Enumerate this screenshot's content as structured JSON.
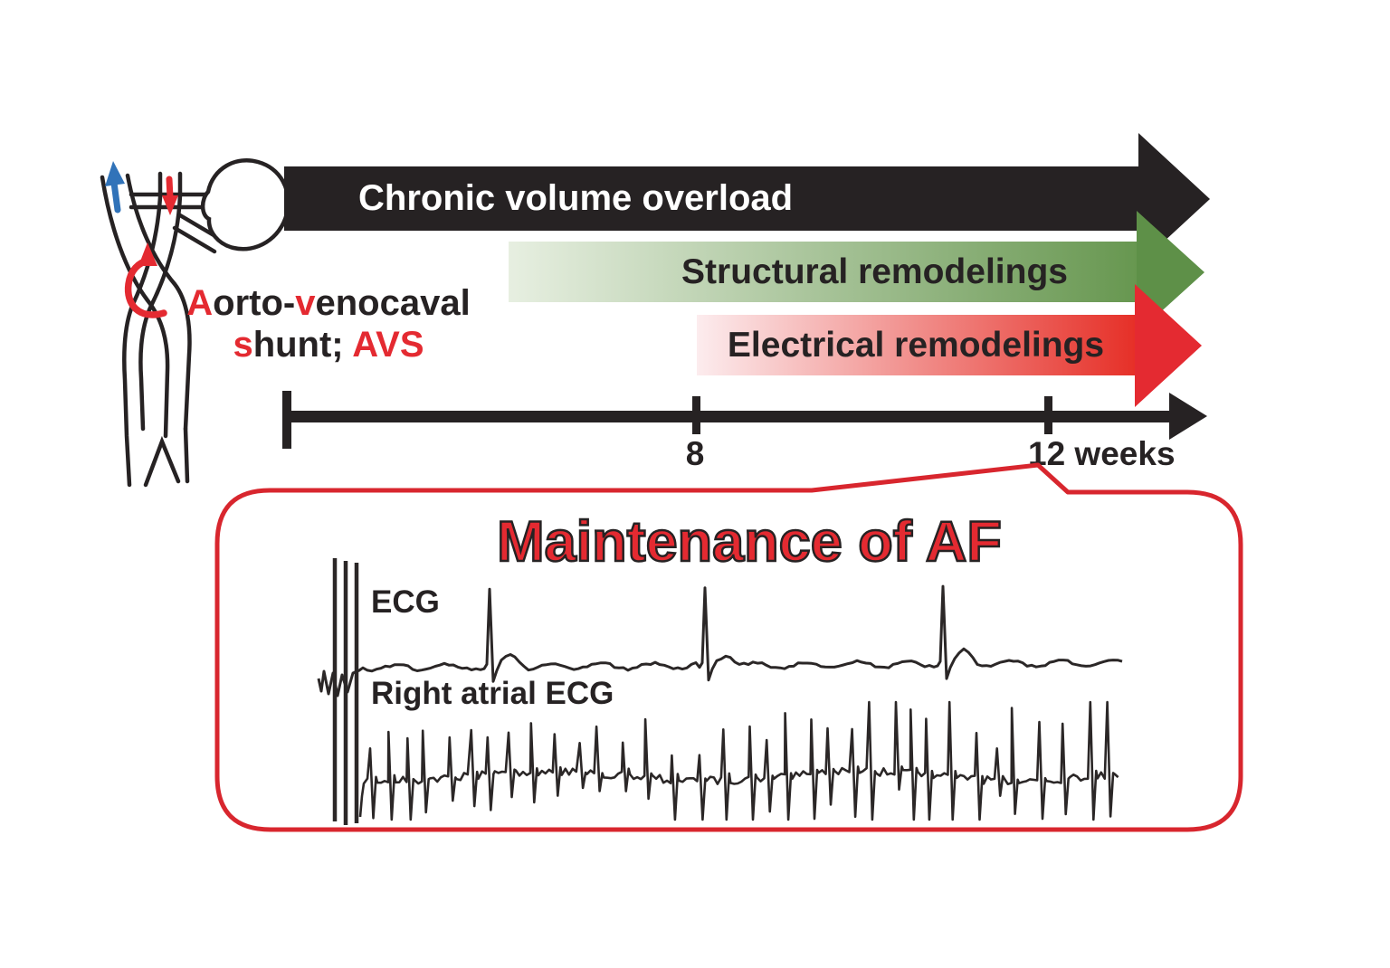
{
  "figure": {
    "arrows": {
      "chronic": "Chronic volume overload",
      "structural": "Structural remodelings",
      "electrical": "Electrical remodelings"
    },
    "anatomy_caption": {
      "a": "A",
      "orto": "orto-",
      "v": "v",
      "enocaval": "enocaval",
      "s": "s",
      "hunt": "hunt; ",
      "avs": "AVS"
    },
    "timeline": {
      "tick_8": "8",
      "tick_12": "12 weeks"
    },
    "af_panel": {
      "title": "Maintenance of AF",
      "ecg_label": "ECG",
      "right_atrial_ecg_label": "Right atrial ECG"
    }
  },
  "colors": {
    "ink": "#262223",
    "red": "#d8262e",
    "bright_red": "#e42a31",
    "blue": "#3173b9",
    "green_light": "#e7efe1",
    "green": "#679750",
    "green_dark": "#5e9048",
    "pink_light": "#fcecee",
    "red_grad": "#e63028",
    "trace": "#2b2727",
    "background": "#ffffff"
  }
}
